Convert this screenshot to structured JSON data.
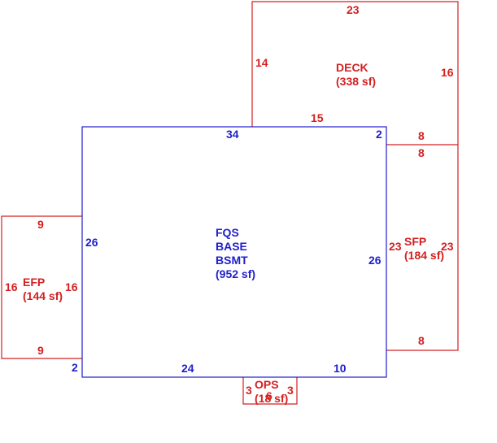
{
  "colors": {
    "main": "#1f1fcc",
    "annex": "#d42020",
    "background": "#ffffff"
  },
  "main_area": {
    "line1": "FQS",
    "line2": "BASE",
    "line3": "BSMT",
    "line4": "(952 sf)",
    "dims": {
      "top": "34",
      "top_right": "2",
      "left": "26",
      "right": "26",
      "bottom_left": "2",
      "bottom_mid": "24",
      "bottom_right": "10"
    }
  },
  "deck": {
    "name": "DECK",
    "area": "(338 sf)",
    "dims": {
      "top": "23",
      "left": "14",
      "right": "16",
      "bottom": "15",
      "bottom_right": "8"
    }
  },
  "sfp": {
    "name": "SFP",
    "area": "(184 sf)",
    "dims": {
      "top": "8",
      "left": "23",
      "right": "23",
      "bottom": "8"
    }
  },
  "efp": {
    "name": "EFP",
    "area": "(144 sf)",
    "dims": {
      "top": "9",
      "left": "16",
      "right": "16",
      "bottom": "9"
    }
  },
  "ops": {
    "name": "OPS",
    "area": "(18 sf)",
    "dims": {
      "left": "3",
      "mid": "6",
      "right": "3"
    }
  }
}
